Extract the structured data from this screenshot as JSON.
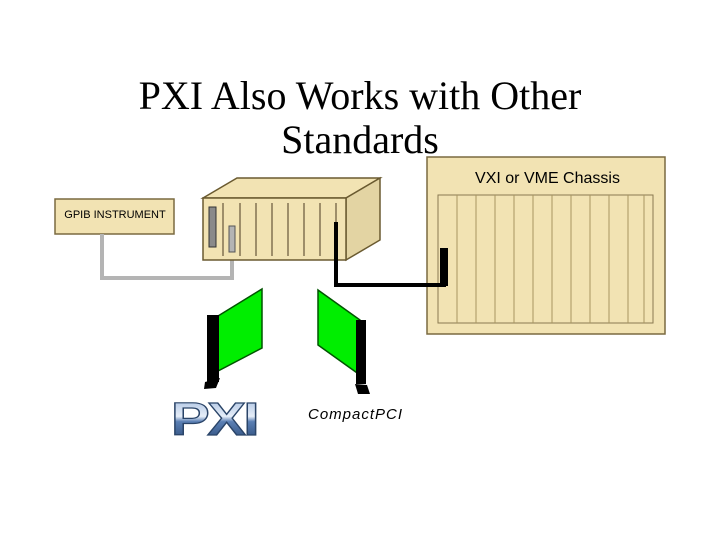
{
  "slide": {
    "title": "PXI Also Works with Other Standards",
    "vxi_chassis_label": "VXI or VME Chassis",
    "gpib_label": "GPIB INSTRUMENT",
    "pxi_logo_text": "PXI",
    "compactpci_label": "CompactPCI"
  },
  "colors": {
    "chassis_fill": "#f2e3b3",
    "chassis_border": "#7a6a40",
    "card_green": "#00ee00",
    "cable_black": "#000000",
    "cable_gray": "#b4b4b4",
    "logo_blue": "#6f93c4"
  }
}
